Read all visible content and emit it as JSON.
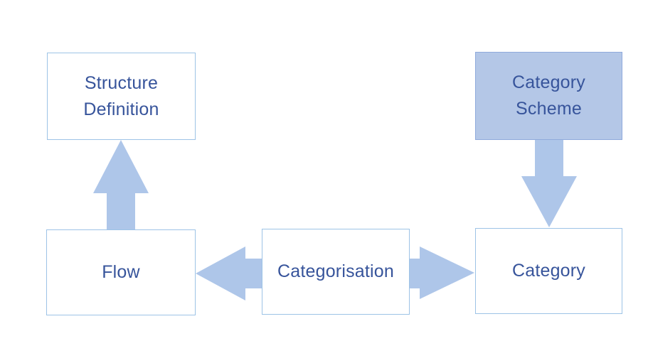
{
  "colors": {
    "background": "#FFFFFF",
    "text": "#37549B",
    "outline_box_border": "#9DC3E6",
    "outline_box_bg": "#FFFFFF",
    "filled_box_bg": "#B4C7E7",
    "filled_box_border": "#8FAADC",
    "arrow_fill": "#AEC6E9"
  },
  "nodes": {
    "structure_definition": {
      "label": "Structure\nDefinition",
      "style": "outline"
    },
    "category_scheme": {
      "label": "Category\nScheme",
      "style": "filled"
    },
    "flow": {
      "label": "Flow",
      "style": "outline"
    },
    "categorisation": {
      "label": "Categorisation",
      "style": "outline"
    },
    "category": {
      "label": "Category",
      "style": "outline"
    }
  },
  "arrows": [
    {
      "name": "flow-to-structure-definition",
      "direction": "up",
      "from": "Flow",
      "to": "Structure Definition"
    },
    {
      "name": "category-scheme-to-category",
      "direction": "down",
      "from": "Category Scheme",
      "to": "Category"
    },
    {
      "name": "categorisation-to-flow",
      "direction": "left",
      "from": "Categorisation",
      "to": "Flow"
    },
    {
      "name": "categorisation-to-category",
      "direction": "right",
      "from": "Categorisation",
      "to": "Category"
    }
  ]
}
